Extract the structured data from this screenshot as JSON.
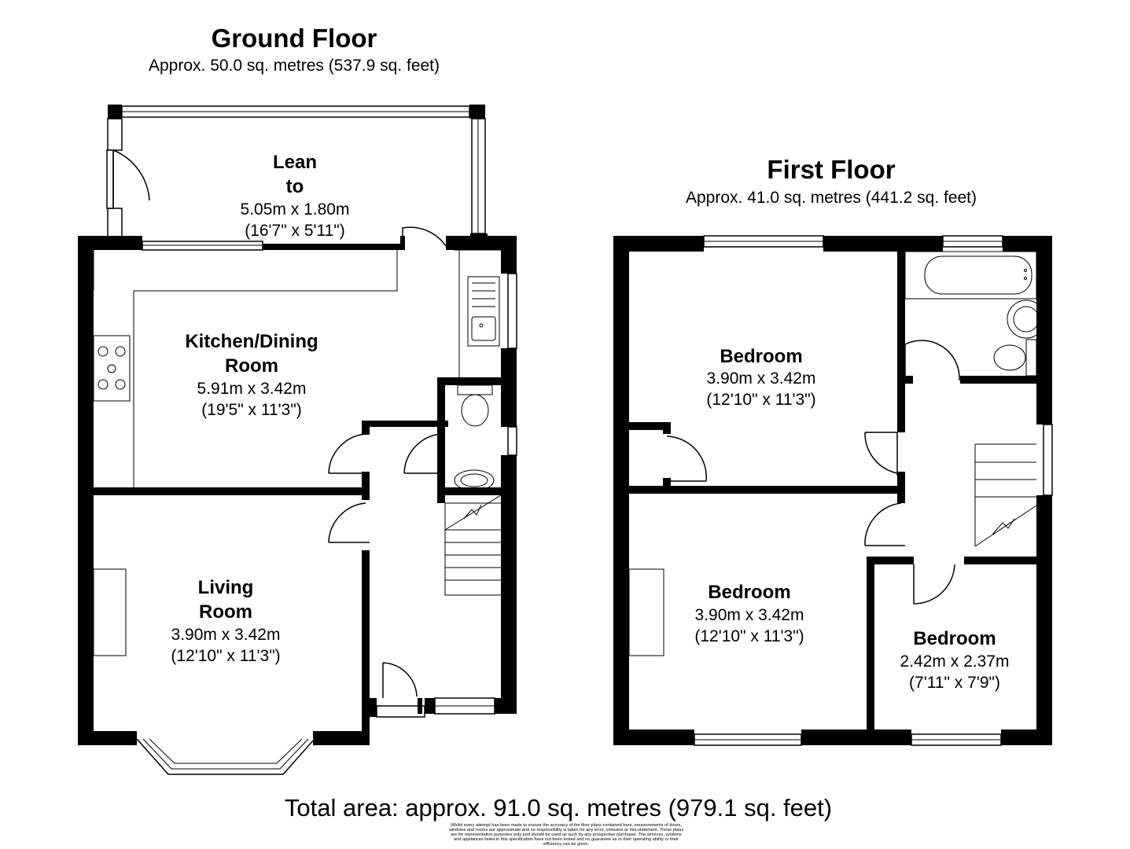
{
  "ground_floor": {
    "title": "Ground Floor",
    "area": "Approx. 50.0 sq. metres (537.9 sq. feet)",
    "rooms": [
      {
        "name": "Lean to",
        "name_lines": [
          "Lean",
          "to"
        ],
        "metric": "5.05m x 1.80m",
        "imperial": "(16'7\" x 5'11\")"
      },
      {
        "name": "Kitchen/Dining Room",
        "name_lines": [
          "Kitchen/Dining",
          "Room"
        ],
        "metric": "5.91m x 3.42m",
        "imperial": "(19'5\" x 11'3\")"
      },
      {
        "name": "Living Room",
        "name_lines": [
          "Living",
          "Room"
        ],
        "metric": "3.90m x 3.42m",
        "imperial": "(12'10\" x 11'3\")"
      }
    ]
  },
  "first_floor": {
    "title": "First Floor",
    "area": "Approx. 41.0 sq. metres (441.2 sq. feet)",
    "rooms": [
      {
        "name": "Bedroom",
        "name_lines": [
          "Bedroom"
        ],
        "metric": "3.90m x 3.42m",
        "imperial": "(12'10\" x 11'3\")"
      },
      {
        "name": "Bedroom",
        "name_lines": [
          "Bedroom"
        ],
        "metric": "3.90m x 3.42m",
        "imperial": "(12'10\" x 11'3\")"
      },
      {
        "name": "Bedroom",
        "name_lines": [
          "Bedroom"
        ],
        "metric": "2.42m x 2.37m",
        "imperial": "(7'11\" x 7'9\")"
      }
    ]
  },
  "total_area": "Total area: approx. 91.0 sq. metres (979.1 sq. feet)",
  "disclaimer": [
    "Whilst every attempt has been made to ensure the accuracy of the floor plans contained here, measurements of doors,",
    "windows and rooms are approximate and no responsibility is taken for any error, omission or mis-statement. These plans",
    "are for representation purposes only and should be used as such by any prospective purchaser. The services, systems",
    "and appliances listed in this specification have not been tested and no guarantee as to their operating ability or their",
    "efficiency can be given."
  ],
  "colors": {
    "wall": "#000000",
    "background": "#ffffff"
  }
}
